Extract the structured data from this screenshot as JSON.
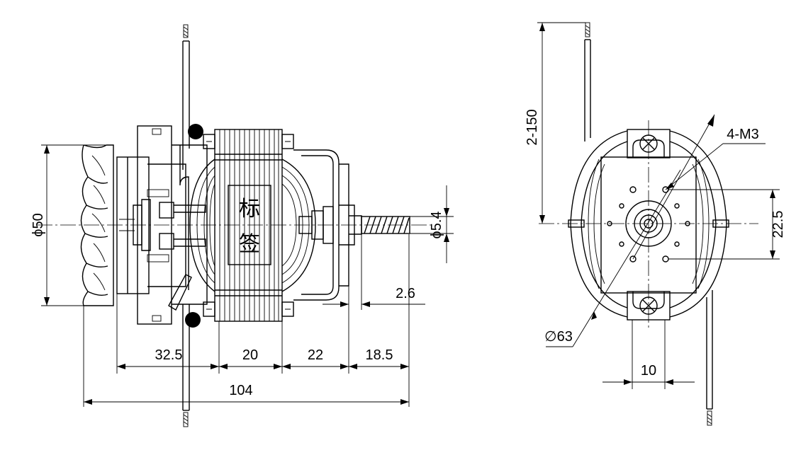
{
  "side_view": {
    "label_chars": [
      "标",
      "签"
    ],
    "dims": {
      "fan_diameter": "ϕ50",
      "shaft_diameter": "ϕ5.4",
      "shaft_step": "2.6",
      "seg1": "32.5",
      "seg2": "20",
      "seg3": "22",
      "seg4": "18.5",
      "overall": "104"
    }
  },
  "end_view": {
    "dims": {
      "lead_length": "2-150",
      "holes": "4-M3",
      "hole_spacing": "22.5",
      "outer_diameter": "∅63",
      "bracket_width": "10"
    }
  }
}
